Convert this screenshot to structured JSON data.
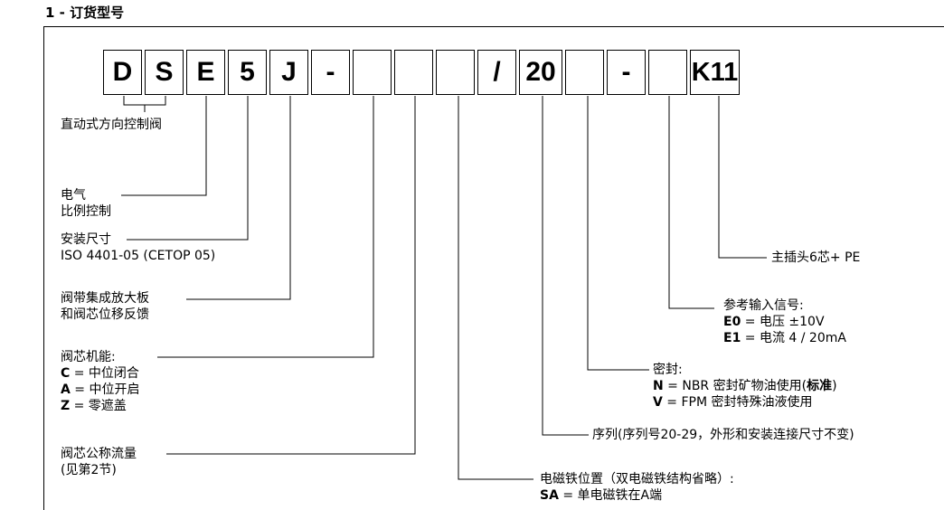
{
  "title": "1 - 订货型号",
  "code_boxes": [
    "D",
    "S",
    "E",
    "5",
    "J",
    "-",
    "",
    "",
    "",
    "/",
    "20",
    "",
    "-",
    "",
    "K11"
  ],
  "labels": {
    "direct_valve": "直动式方向控制阀",
    "electric_1": "电气",
    "electric_2": "比例控制",
    "mount_1": "安装尺寸",
    "mount_2": " ISO 4401-05 (CETOP 05)",
    "feedback_1": "阀带集成放大板",
    "feedback_2": "和阀芯位移反馈",
    "spool_title": "阀芯机能:",
    "spool_c_code": "C",
    "spool_c_text": " = 中位闭合",
    "spool_a_code": "A",
    "spool_a_text": " = 中位开启",
    "spool_z_code": "Z",
    "spool_z_text": " = 零遮盖",
    "flow_1": "阀芯公称流量",
    "flow_2": "(见第2节)",
    "solenoid_title": "电磁铁位置（双电磁铁结构省略）:",
    "solenoid_sa_code": "SA",
    "solenoid_sa_text": " = 单电磁铁在A端",
    "series": "序列(序列号20-29，外形和安装连接尺寸不变)",
    "seal_title": "密封:",
    "seal_n_code": "N",
    "seal_n_text": " = NBR 密封矿物油使用(",
    "seal_n_std": "标准",
    "seal_n_close": ")",
    "seal_v_code": "V",
    "seal_v_text": " = FPM 密封特殊油液使用",
    "ref_title": "参考输入信号:",
    "ref_e0_code": "E0",
    "ref_e0_text": " = 电压 ±10V",
    "ref_e1_code": "E1",
    "ref_e1_text": " = 电流 4 / 20mA",
    "connector": "主插头6芯+ PE"
  }
}
